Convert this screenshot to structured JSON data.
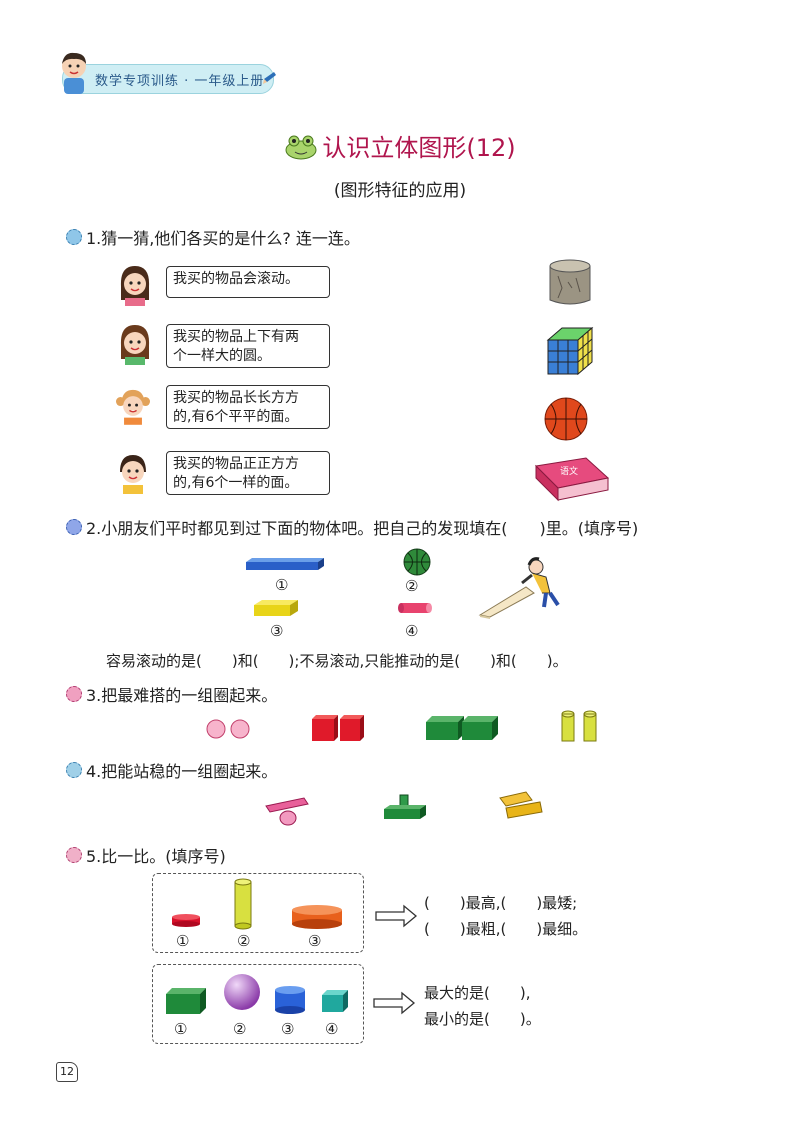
{
  "header": {
    "banner": "数学专项训练 · 一年级上册"
  },
  "title": "认识立体图形(12)",
  "subtitle": "(图形特征的应用)",
  "q1": {
    "prompt": "1.猜一猜,他们各买的是什么? 连一连。",
    "bubbles": [
      {
        "line1": "我买的物品会滚动。",
        "line2": ""
      },
      {
        "line1": "我买的物品上下有两",
        "line2": "个一样大的圆。"
      },
      {
        "line1": "我买的物品长长方方",
        "line2": "的,有6个平平的面。"
      },
      {
        "line1": "我买的物品正正方方",
        "line2": "的,有6个一样的面。"
      }
    ],
    "book_label": "语文"
  },
  "q2": {
    "prompt": "2.小朋友们平时都见到过下面的物体吧。把自己的发现填在(　　)里。(填序号)",
    "labels": [
      "①",
      "②",
      "③",
      "④"
    ],
    "answer_line": "容易滚动的是(　　)和(　　);不易滚动,只能推动的是(　　)和(　　)。"
  },
  "q3": {
    "prompt": "3.把最难搭的一组圈起来。"
  },
  "q4": {
    "prompt": "4.把能站稳的一组圈起来。"
  },
  "q5": {
    "prompt": "5.比一比。(填序号)",
    "group1_labels": [
      "①",
      "②",
      "③"
    ],
    "group1_line1": "(　　)最高,(　　)最矮;",
    "group1_line2": "(　　)最粗,(　　)最细。",
    "group2_labels": [
      "①",
      "②",
      "③",
      "④"
    ],
    "group2_line1": "最大的是(　　),",
    "group2_line2": "最小的是(　　)。"
  },
  "page_number": "12"
}
